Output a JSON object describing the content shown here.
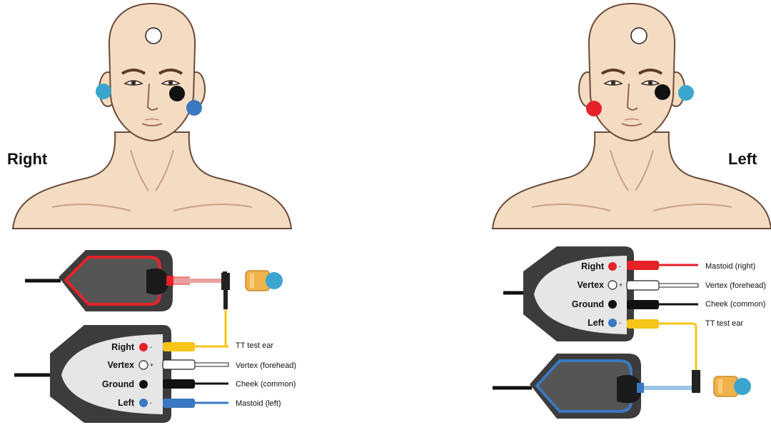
{
  "sides": {
    "right": {
      "title": "Right"
    },
    "left": {
      "title": "Left"
    }
  },
  "right_preamp": {
    "rows": [
      {
        "label": "Right",
        "sign": "-",
        "dot_color": "#e62229",
        "lead_color": "#f5c518",
        "callout": "TT test ear"
      },
      {
        "label": "Vertex",
        "sign": "+",
        "dot_color": "#ffffff",
        "lead_color": "#ffffff",
        "callout": "Vertex (forehead)"
      },
      {
        "label": "Ground",
        "sign": "",
        "dot_color": "#111111",
        "lead_color": "#111111",
        "callout": "Cheek (common)"
      },
      {
        "label": "Left",
        "sign": "-",
        "dot_color": "#3a78c2",
        "lead_color": "#3a78c2",
        "callout": "Mastoid (left)"
      }
    ]
  },
  "left_preamp": {
    "rows": [
      {
        "label": "Right",
        "sign": "-",
        "dot_color": "#e62229",
        "lead_color": "#e62229",
        "callout": "Mastoid (right)"
      },
      {
        "label": "Vertex",
        "sign": "+",
        "dot_color": "#ffffff",
        "lead_color": "#ffffff",
        "callout": "Vertex (forehead)"
      },
      {
        "label": "Ground",
        "sign": "",
        "dot_color": "#111111",
        "lead_color": "#111111",
        "callout": "Cheek (common)"
      },
      {
        "label": "Left",
        "sign": "-",
        "dot_color": "#3a78c2",
        "lead_color": "#f5c518",
        "callout": "TT test ear"
      }
    ]
  },
  "colors": {
    "skin": "#f4dcc2",
    "skin_shadow": "#e8c6a4",
    "outline": "#6b4a36",
    "device_dark": "#3c3c3c",
    "device_panel": "#e6e6e6",
    "cable": "#111111",
    "right_ear_red": "#e62229",
    "left_ear_blue": "#3a78c2",
    "insert_tip": "#3aa6cf",
    "insert_foam": "#f0b24a"
  }
}
